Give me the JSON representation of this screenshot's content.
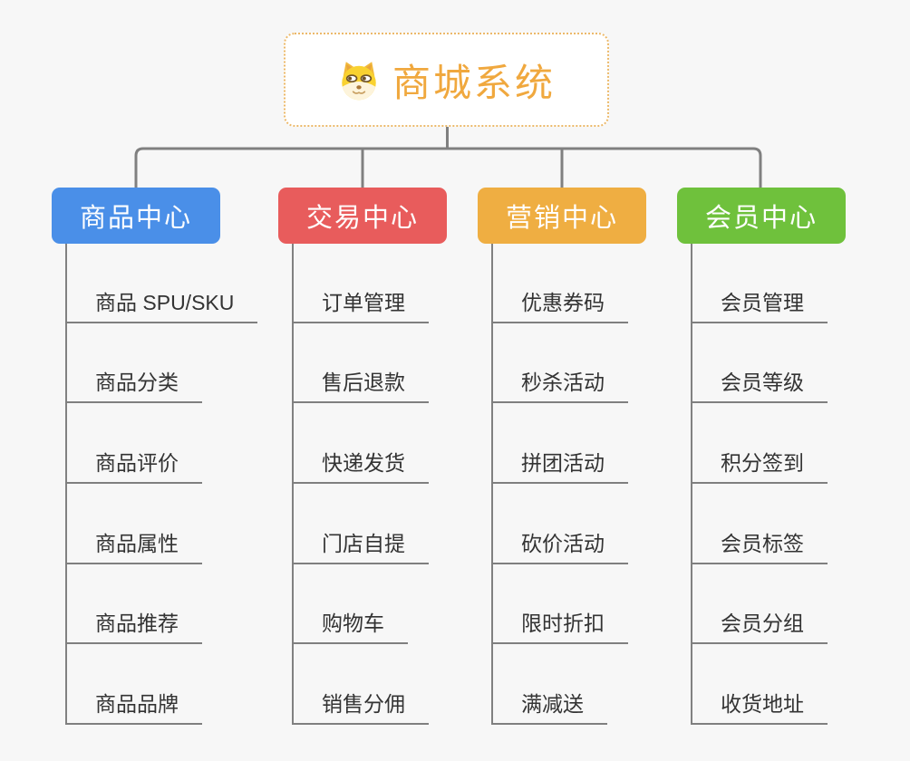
{
  "root": {
    "title": "商城系统",
    "icon": "doge-icon",
    "accent_color": "#f0a83e",
    "border_color": "#ecb96a"
  },
  "connector_color": "#808080",
  "background_color": "#f7f7f7",
  "branches": [
    {
      "label": "商品中心",
      "color": "#4a8fe8",
      "items": [
        "商品 SPU/SKU",
        "商品分类",
        "商品评价",
        "商品属性",
        "商品推荐",
        "商品品牌"
      ]
    },
    {
      "label": "交易中心",
      "color": "#e85c5c",
      "items": [
        "订单管理",
        "售后退款",
        "快递发货",
        "门店自提",
        "购物车",
        "销售分佣"
      ]
    },
    {
      "label": "营销中心",
      "color": "#efae42",
      "items": [
        "优惠券码",
        "秒杀活动",
        "拼团活动",
        "砍价活动",
        "限时折扣",
        "满减送"
      ]
    },
    {
      "label": "会员中心",
      "color": "#6fc13c",
      "items": [
        "会员管理",
        "会员等级",
        "积分签到",
        "会员标签",
        "会员分组",
        "收货地址"
      ]
    }
  ]
}
